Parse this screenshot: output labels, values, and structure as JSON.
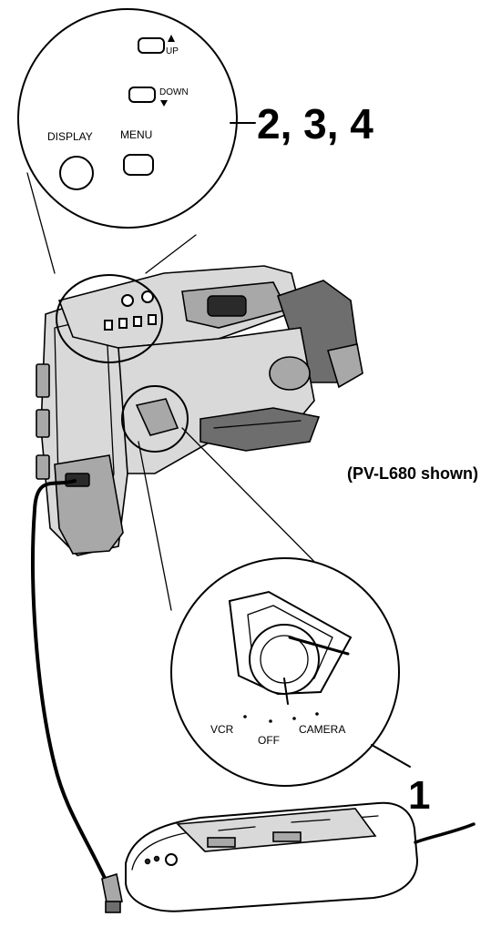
{
  "callout_top": {
    "up_label": "UP",
    "down_label": "DOWN",
    "display_label": "DISPLAY",
    "menu_label": "MENU"
  },
  "steps": {
    "upper": "2, 3, 4",
    "lower": "1"
  },
  "model_note": "(PV-L680 shown)",
  "callout_switch": {
    "vcr_label": "VCR",
    "off_label": "OFF",
    "camera_label": "CAMERA"
  },
  "icons": {
    "up": "triangle-up-icon",
    "down": "triangle-down-icon"
  },
  "colors": {
    "ink": "#000000",
    "paper": "#ffffff"
  }
}
